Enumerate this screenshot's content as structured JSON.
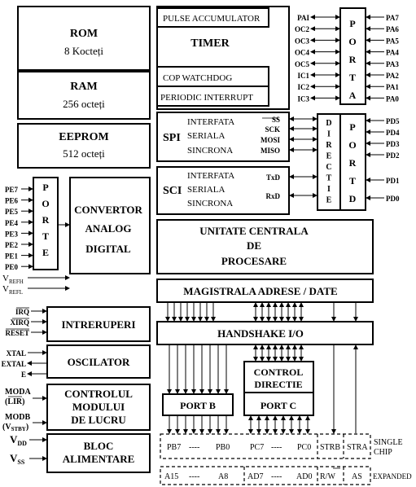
{
  "blocks": {
    "rom": {
      "title": "ROM",
      "sub": "8 Kocteți"
    },
    "ram": {
      "title": "RAM",
      "sub": "256 octeți"
    },
    "eeprom": {
      "title": "EEPROM",
      "sub": "512 octeți"
    },
    "pulse_acc": "PULSE ACCUMULATOR",
    "timer": "TIMER",
    "cop": "COP WATCHDOG",
    "periodic": "PERIODIC INTERRUPT",
    "spi": {
      "tag": "SPI",
      "l1": "INTERFATA",
      "l2": "SERIALA",
      "l3": "SINCRONA"
    },
    "sci": {
      "tag": "SCI",
      "l1": "INTERFATA",
      "l2": "SERIALA",
      "l3": "SINCRONA"
    },
    "converter": {
      "l1": "CONVERTOR",
      "l2": "ANALOG",
      "l3": "DIGITAL"
    },
    "cpu": {
      "l1": "UNITATE CENTRALA",
      "l2": "DE",
      "l3": "PROCESARE"
    },
    "bus": "MAGISTRALA ADRESE / DATE",
    "handshake": "HANDSHAKE I/O",
    "interrupts": "INTRERUPERI",
    "oscillator": "OSCILATOR",
    "mode_ctrl": {
      "l1": "CONTROLUL",
      "l2": "MODULUI",
      "l3": "DE LUCRU"
    },
    "power": {
      "l1": "BLOC",
      "l2": "ALIMENTARE"
    },
    "ctrl_dir": {
      "l1": "CONTROL",
      "l2": "DIRECTIE"
    },
    "port_b": "PORT B",
    "port_c": "PORT  C"
  },
  "port_a": {
    "letters": [
      "P",
      "O",
      "R",
      "T",
      "A"
    ],
    "internal": [
      "PAI",
      "OC2",
      "OC3",
      "OC4",
      "OC5",
      "IC1",
      "IC2",
      "IC3"
    ],
    "pins": [
      "PA7",
      "PA6",
      "PA5",
      "PA4",
      "PA3",
      "PA2",
      "PA1",
      "PA0"
    ]
  },
  "port_d": {
    "letters": [
      "P",
      "O",
      "R",
      "T",
      "D"
    ],
    "directie": [
      "D",
      "I",
      "R",
      "E",
      "C",
      "T",
      "I",
      "E"
    ],
    "spi_signals": [
      "SS",
      "SCK",
      "MOSI",
      "MISO"
    ],
    "sci_signals": [
      "TxD",
      "RxD"
    ],
    "pins": [
      "PD5",
      "PD4",
      "PD3",
      "PD2",
      "PD1",
      "PD0"
    ]
  },
  "port_e": {
    "letters": [
      "P",
      "O",
      "R",
      "T",
      "E"
    ],
    "pins": [
      "PE7",
      "PE6",
      "PE5",
      "PE4",
      "PE3",
      "PE2",
      "PE1",
      "PE0"
    ]
  },
  "vref": {
    "high": "V",
    "high_sub": "REFH",
    "low": "V",
    "low_sub": "REFL"
  },
  "signals": {
    "irq": "IRQ",
    "xirq": "XIRQ",
    "reset": "RESET",
    "xtal": "XTAL",
    "extal": "EXTAL",
    "e": "E",
    "moda_1": "MODA",
    "moda_2": "(LIR)",
    "modb_1": "MODB",
    "modb_2": "(V",
    "modb_sub": "STBY",
    "modb_end": ")",
    "vdd": "V",
    "vdd_sub": "DD",
    "vss": "V",
    "vss_sub": "SS"
  },
  "bottom": {
    "single_row": {
      "pb7": "PB7",
      "pb_dash": "----",
      "pb0": "PB0",
      "pc7": "PC7",
      "pc_dash": "----",
      "pc0": "PC0",
      "strb": "STRB",
      "stra": "STRA"
    },
    "single_label_1": "SINGLE",
    "single_label_2": "CHIP",
    "expanded_row": {
      "a15": "A15",
      "a_dash": "----",
      "a8": "A8",
      "ad7": "AD7",
      "ad_dash": "----",
      "ad0": "AD0",
      "rw": "R/W",
      "as": "AS"
    },
    "expanded_label": "EXPANDED"
  }
}
